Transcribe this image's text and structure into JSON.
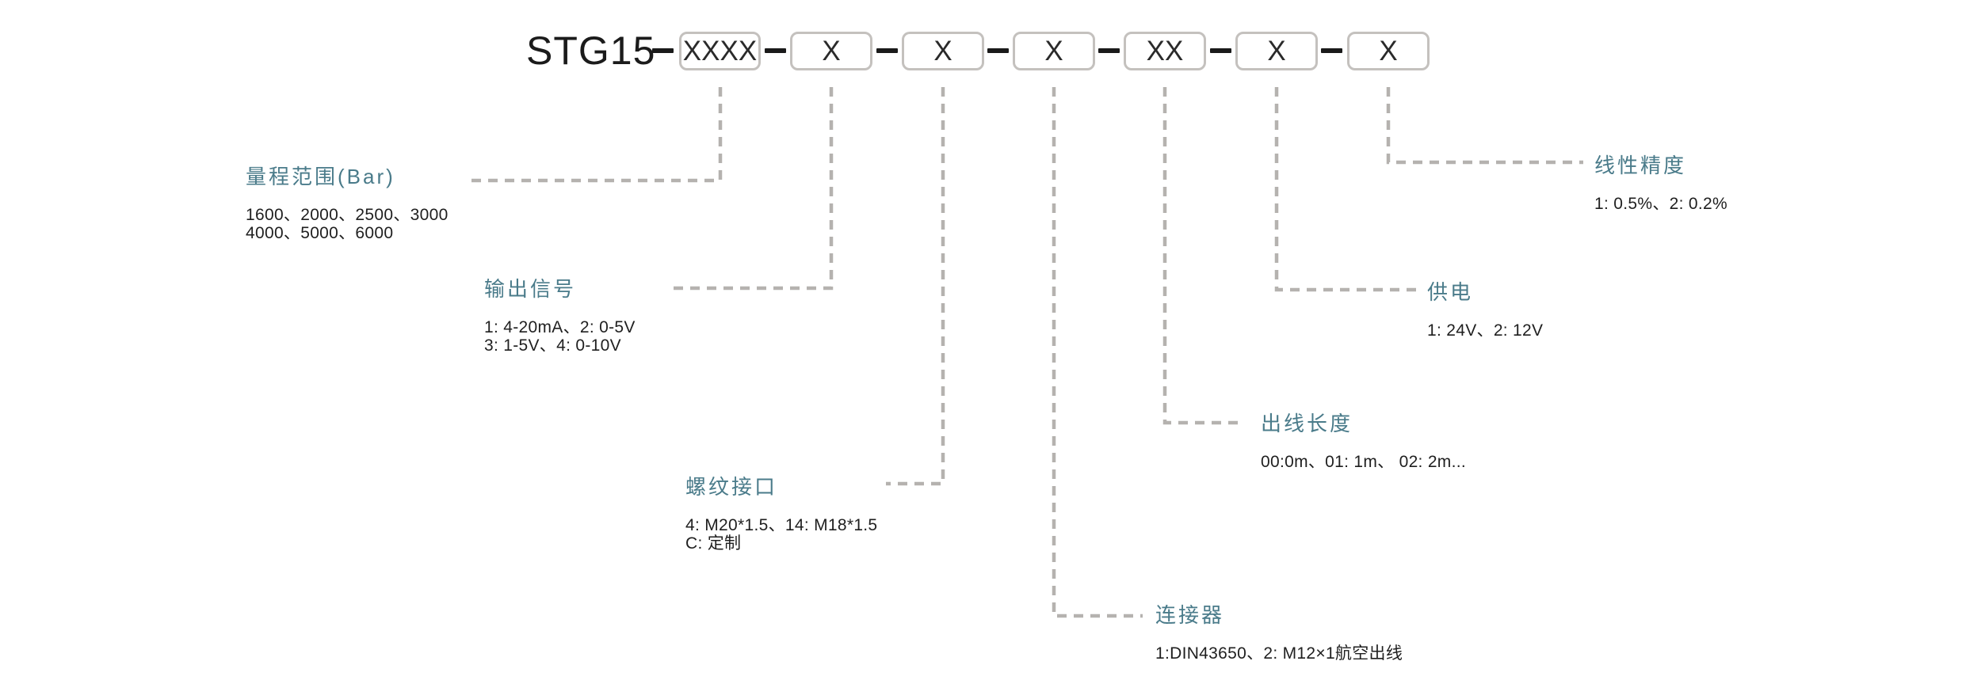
{
  "code_row": {
    "prefix": "STG15",
    "boxes": [
      {
        "label": "XXXX"
      },
      {
        "label": "X"
      },
      {
        "label": "X"
      },
      {
        "label": "X"
      },
      {
        "label": "XX"
      },
      {
        "label": "X"
      },
      {
        "label": "X"
      }
    ]
  },
  "sections": [
    {
      "title": "量程范围(Bar)",
      "lines": [
        "1600、2000、2500、3000",
        "4000、5000、6000"
      ]
    },
    {
      "title": "输出信号",
      "lines": [
        "1: 4-20mA、2: 0-5V",
        "3: 1-5V、4: 0-10V"
      ]
    },
    {
      "title": "螺纹接口",
      "lines": [
        "4: M20*1.5、14: M18*1.5",
        "C: 定制"
      ]
    },
    {
      "title": "连接器",
      "lines": [
        "1:DIN43650、2: M12×1航空出线"
      ]
    },
    {
      "title": "出线长度",
      "lines": [
        "00:0m、01: 1m、 02: 2m..."
      ]
    },
    {
      "title": "供电",
      "lines": [
        "1: 24V、2: 12V"
      ]
    },
    {
      "title": "线性精度",
      "lines": [
        "1: 0.5%、2: 0.2%"
      ]
    }
  ],
  "colors": {
    "accent_teal": "#4a7b8a",
    "box_border": "#c4c1be",
    "connector_gray": "#b5b2af",
    "dash_black": "#1a1a1a"
  }
}
